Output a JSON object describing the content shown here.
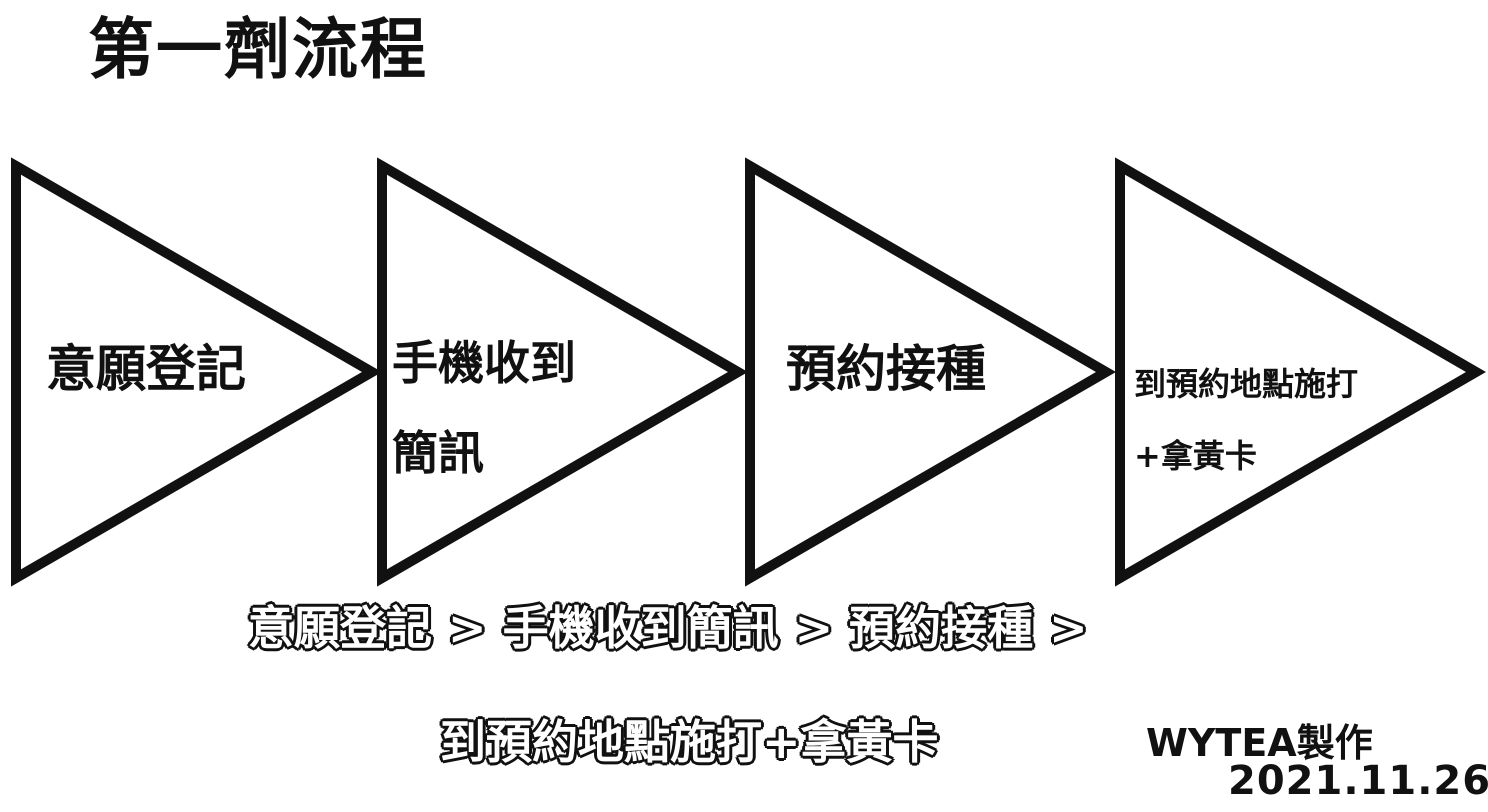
{
  "title": "第一劑流程",
  "steps": [
    {
      "lines": [
        "意願登記"
      ]
    },
    {
      "lines": [
        "手機收到",
        "簡訊"
      ]
    },
    {
      "lines": [
        "預約接種"
      ]
    },
    {
      "lines": [
        "到預約地點施打",
        "+拿黃卡"
      ]
    }
  ],
  "summary": {
    "line1": "意願登記 > 手機收到簡訊 > 預約接種 >",
    "line2": "到預約地點施打+拿黃卡"
  },
  "credit": "WYTEA製作",
  "date": "2021.11.26",
  "colors": {
    "stroke": "#111111",
    "background": "#ffffff",
    "summary_fill": "#ffffff"
  }
}
